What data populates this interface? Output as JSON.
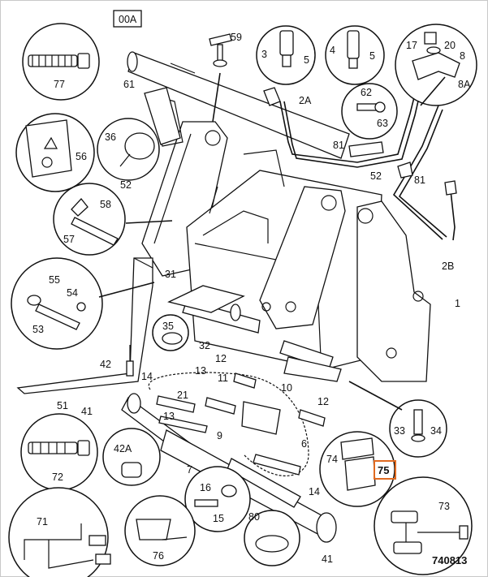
{
  "drawing_code": "740813",
  "assembly_label": "00A",
  "highlighted_label": "75",
  "highlight_color": "#e06a20",
  "labels": [
    {
      "id": "l00a",
      "text": "00A"
    },
    {
      "id": "l59",
      "text": "59"
    },
    {
      "id": "l3",
      "text": "3"
    },
    {
      "id": "l5a",
      "text": "5"
    },
    {
      "id": "l4",
      "text": "4"
    },
    {
      "id": "l5b",
      "text": "5"
    },
    {
      "id": "l17",
      "text": "17"
    },
    {
      "id": "l20",
      "text": "20"
    },
    {
      "id": "l8",
      "text": "8"
    },
    {
      "id": "l8a",
      "text": "8A"
    },
    {
      "id": "l77",
      "text": "77"
    },
    {
      "id": "l61",
      "text": "61"
    },
    {
      "id": "l2a",
      "text": "2A"
    },
    {
      "id": "l62",
      "text": "62"
    },
    {
      "id": "l63",
      "text": "63"
    },
    {
      "id": "l36",
      "text": "36"
    },
    {
      "id": "l56",
      "text": "56"
    },
    {
      "id": "l81a",
      "text": "81"
    },
    {
      "id": "l81b",
      "text": "81"
    },
    {
      "id": "l52a",
      "text": "52"
    },
    {
      "id": "l52b",
      "text": "52"
    },
    {
      "id": "l58",
      "text": "58"
    },
    {
      "id": "l57",
      "text": "57"
    },
    {
      "id": "l2b",
      "text": "2B"
    },
    {
      "id": "l31",
      "text": "31"
    },
    {
      "id": "l55",
      "text": "55"
    },
    {
      "id": "l54",
      "text": "54"
    },
    {
      "id": "l53",
      "text": "53"
    },
    {
      "id": "l1",
      "text": "1"
    },
    {
      "id": "l35",
      "text": "35"
    },
    {
      "id": "l32",
      "text": "32"
    },
    {
      "id": "l42",
      "text": "42"
    },
    {
      "id": "l14a",
      "text": "14"
    },
    {
      "id": "l12a",
      "text": "12"
    },
    {
      "id": "l13a",
      "text": "13"
    },
    {
      "id": "l11",
      "text": "11"
    },
    {
      "id": "l10",
      "text": "10"
    },
    {
      "id": "l21",
      "text": "21"
    },
    {
      "id": "l12b",
      "text": "12"
    },
    {
      "id": "l51",
      "text": "51"
    },
    {
      "id": "l41a",
      "text": "41"
    },
    {
      "id": "l13b",
      "text": "13"
    },
    {
      "id": "l9",
      "text": "9"
    },
    {
      "id": "l6",
      "text": "6"
    },
    {
      "id": "l33",
      "text": "33"
    },
    {
      "id": "l34",
      "text": "34"
    },
    {
      "id": "l72",
      "text": "72"
    },
    {
      "id": "l42a",
      "text": "42A"
    },
    {
      "id": "l7",
      "text": "7"
    },
    {
      "id": "l74",
      "text": "74"
    },
    {
      "id": "l75",
      "text": "75"
    },
    {
      "id": "l16",
      "text": "16"
    },
    {
      "id": "l15",
      "text": "15"
    },
    {
      "id": "l14b",
      "text": "14"
    },
    {
      "id": "l71",
      "text": "71"
    },
    {
      "id": "l73",
      "text": "73"
    },
    {
      "id": "l80",
      "text": "80"
    },
    {
      "id": "l76",
      "text": "76"
    },
    {
      "id": "l41b",
      "text": "41"
    }
  ]
}
